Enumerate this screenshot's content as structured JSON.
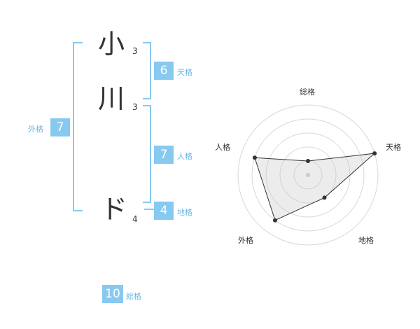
{
  "name": {
    "characters": [
      {
        "char": "小",
        "strokes": "3"
      },
      {
        "char": "川",
        "strokes": "3"
      },
      {
        "char": "ド",
        "strokes": "4"
      }
    ]
  },
  "kakusu": {
    "tenkaku": {
      "value": "6",
      "label": "天格"
    },
    "jinkaku": {
      "value": "7",
      "label": "人格"
    },
    "chikaku": {
      "value": "4",
      "label": "地格"
    },
    "gaikaku": {
      "value": "7",
      "label": "外格"
    },
    "soukaku": {
      "value": "10",
      "label": "総格"
    }
  },
  "colors": {
    "accent": "#88c9f0",
    "accent_text": "#6bb9e6"
  },
  "chart_data": {
    "type": "radar",
    "axes": [
      "総格",
      "天格",
      "地格",
      "外格",
      "人格"
    ],
    "levels": 5,
    "values": [
      1,
      5,
      2,
      4,
      4
    ],
    "max": 5
  }
}
